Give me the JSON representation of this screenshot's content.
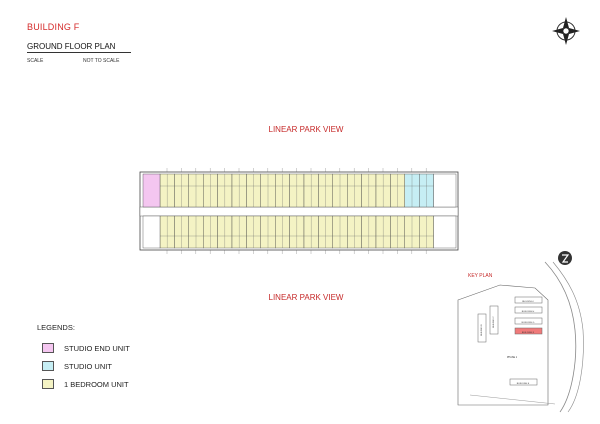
{
  "header": {
    "title": "BUILDING F",
    "subtitle": "GROUND FLOOR PLAN",
    "scale_label": "SCALE",
    "scale_value": "NOT TO SCALE"
  },
  "views": {
    "top": "LINEAR PARK VIEW",
    "bottom": "LINEAR PARK VIEW"
  },
  "legends": {
    "title": "LEGENDS:",
    "items": [
      {
        "label": "STUDIO END UNIT",
        "color": "#f4c6f0"
      },
      {
        "label": "STUDIO UNIT",
        "color": "#c6eef4"
      },
      {
        "label": "1 BEDROOM UNIT",
        "color": "#f4f3c4"
      }
    ]
  },
  "key_plan": {
    "label": "KEY PLAN",
    "buildings": [
      "BUILDING I",
      "BUILDING H",
      "BUILDING G",
      "BUILDING F",
      "BUILDING E",
      "BUILDING D",
      "BUILDING C",
      "PHASE 1"
    ],
    "highlight": "BUILDING F",
    "highlight_color": "#f07a7a"
  },
  "floor_plan": {
    "unit_color": "#f4f3c4",
    "studio_color": "#c6eef4",
    "end_color": "#f4c6f0",
    "top_units": 19,
    "bottom_units": 19
  }
}
